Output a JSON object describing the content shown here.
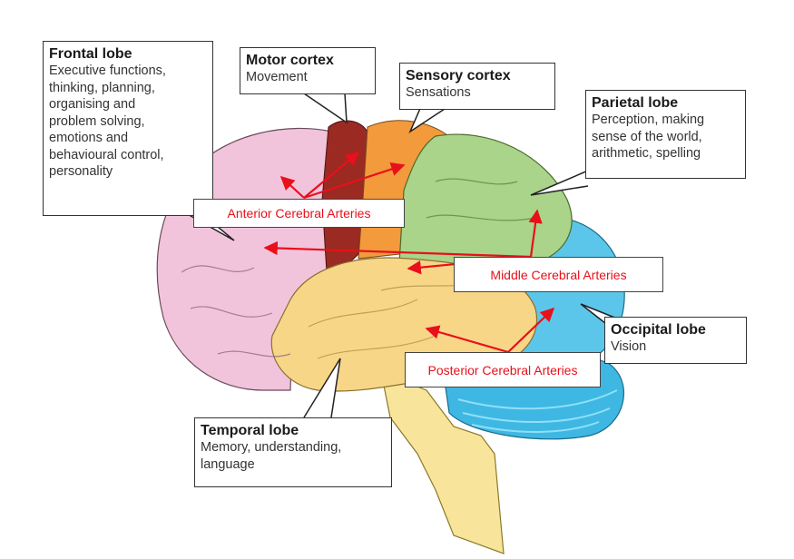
{
  "callouts": {
    "frontal": {
      "title": "Frontal lobe",
      "lines": [
        "Executive functions,",
        "thinking, planning,",
        "organising and",
        "problem solving,",
        "emotions and",
        "behavioural control,",
        "personality"
      ]
    },
    "motor": {
      "title": "Motor cortex",
      "lines": [
        "Movement"
      ]
    },
    "sensory": {
      "title": "Sensory cortex",
      "lines": [
        "Sensations"
      ]
    },
    "parietal": {
      "title": "Parietal lobe",
      "lines": [
        "Perception, making",
        "sense of the world,",
        "arithmetic, spelling"
      ]
    },
    "occipital": {
      "title": "Occipital lobe",
      "lines": [
        "Vision"
      ]
    },
    "temporal": {
      "title": "Temporal lobe",
      "lines": [
        "Memory, understanding,",
        "language"
      ]
    }
  },
  "arteries": {
    "anterior": "Anterior Cerebral Arteries",
    "middle": "Middle Cerebral Arteries",
    "posterior": "Posterior Cerebral Arteries"
  },
  "colors": {
    "frontal": "#f2c4dc",
    "motor": "#9a2a22",
    "sensory": "#f39a3c",
    "parietal": "#a9d48a",
    "occipital": "#5cc6ea",
    "temporal": "#f8d688",
    "cerebellum": "#3fb7e3",
    "brainstem": "#f8e49a",
    "arrow": "#e8101a"
  }
}
